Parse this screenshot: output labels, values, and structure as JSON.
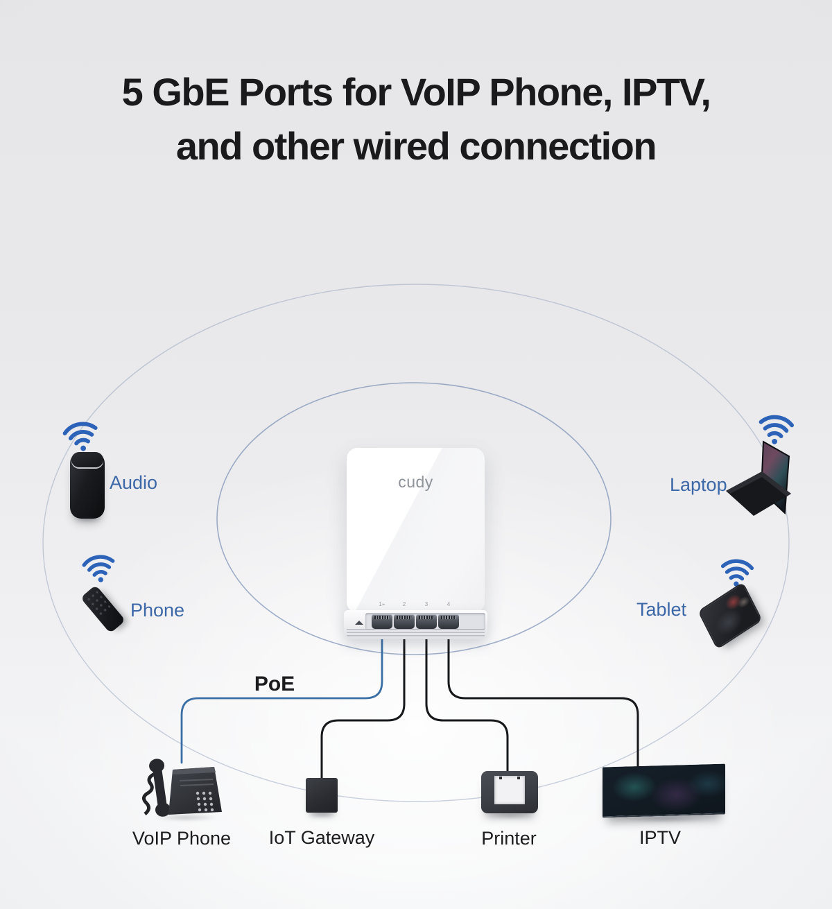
{
  "title": {
    "line1": "5 GbE Ports for VoIP Phone, IPTV,",
    "line2": "and other wired connection"
  },
  "access_point": {
    "brand": "cudy",
    "port_labels": [
      "1⌁",
      "2",
      "3",
      "4"
    ]
  },
  "poe_label": "PoE",
  "wireless_devices": [
    {
      "id": "audio",
      "label": "Audio"
    },
    {
      "id": "phone",
      "label": "Phone"
    },
    {
      "id": "laptop",
      "label": "Laptop"
    },
    {
      "id": "tablet",
      "label": "Tablet"
    }
  ],
  "wired_devices": [
    {
      "id": "voip-phone",
      "label": "VoIP Phone"
    },
    {
      "id": "iot-gateway",
      "label": "IoT Gateway"
    },
    {
      "id": "printer",
      "label": "Printer"
    },
    {
      "id": "iptv",
      "label": "IPTV"
    }
  ],
  "colors": {
    "title_text": "#1a1a1d",
    "body_text": "#1c1c1e",
    "label_blue": "#3d68a8",
    "wifi_blue": "#2c63b8",
    "cable_blue": "#3a6fa5",
    "cable_black": "#17181a"
  }
}
